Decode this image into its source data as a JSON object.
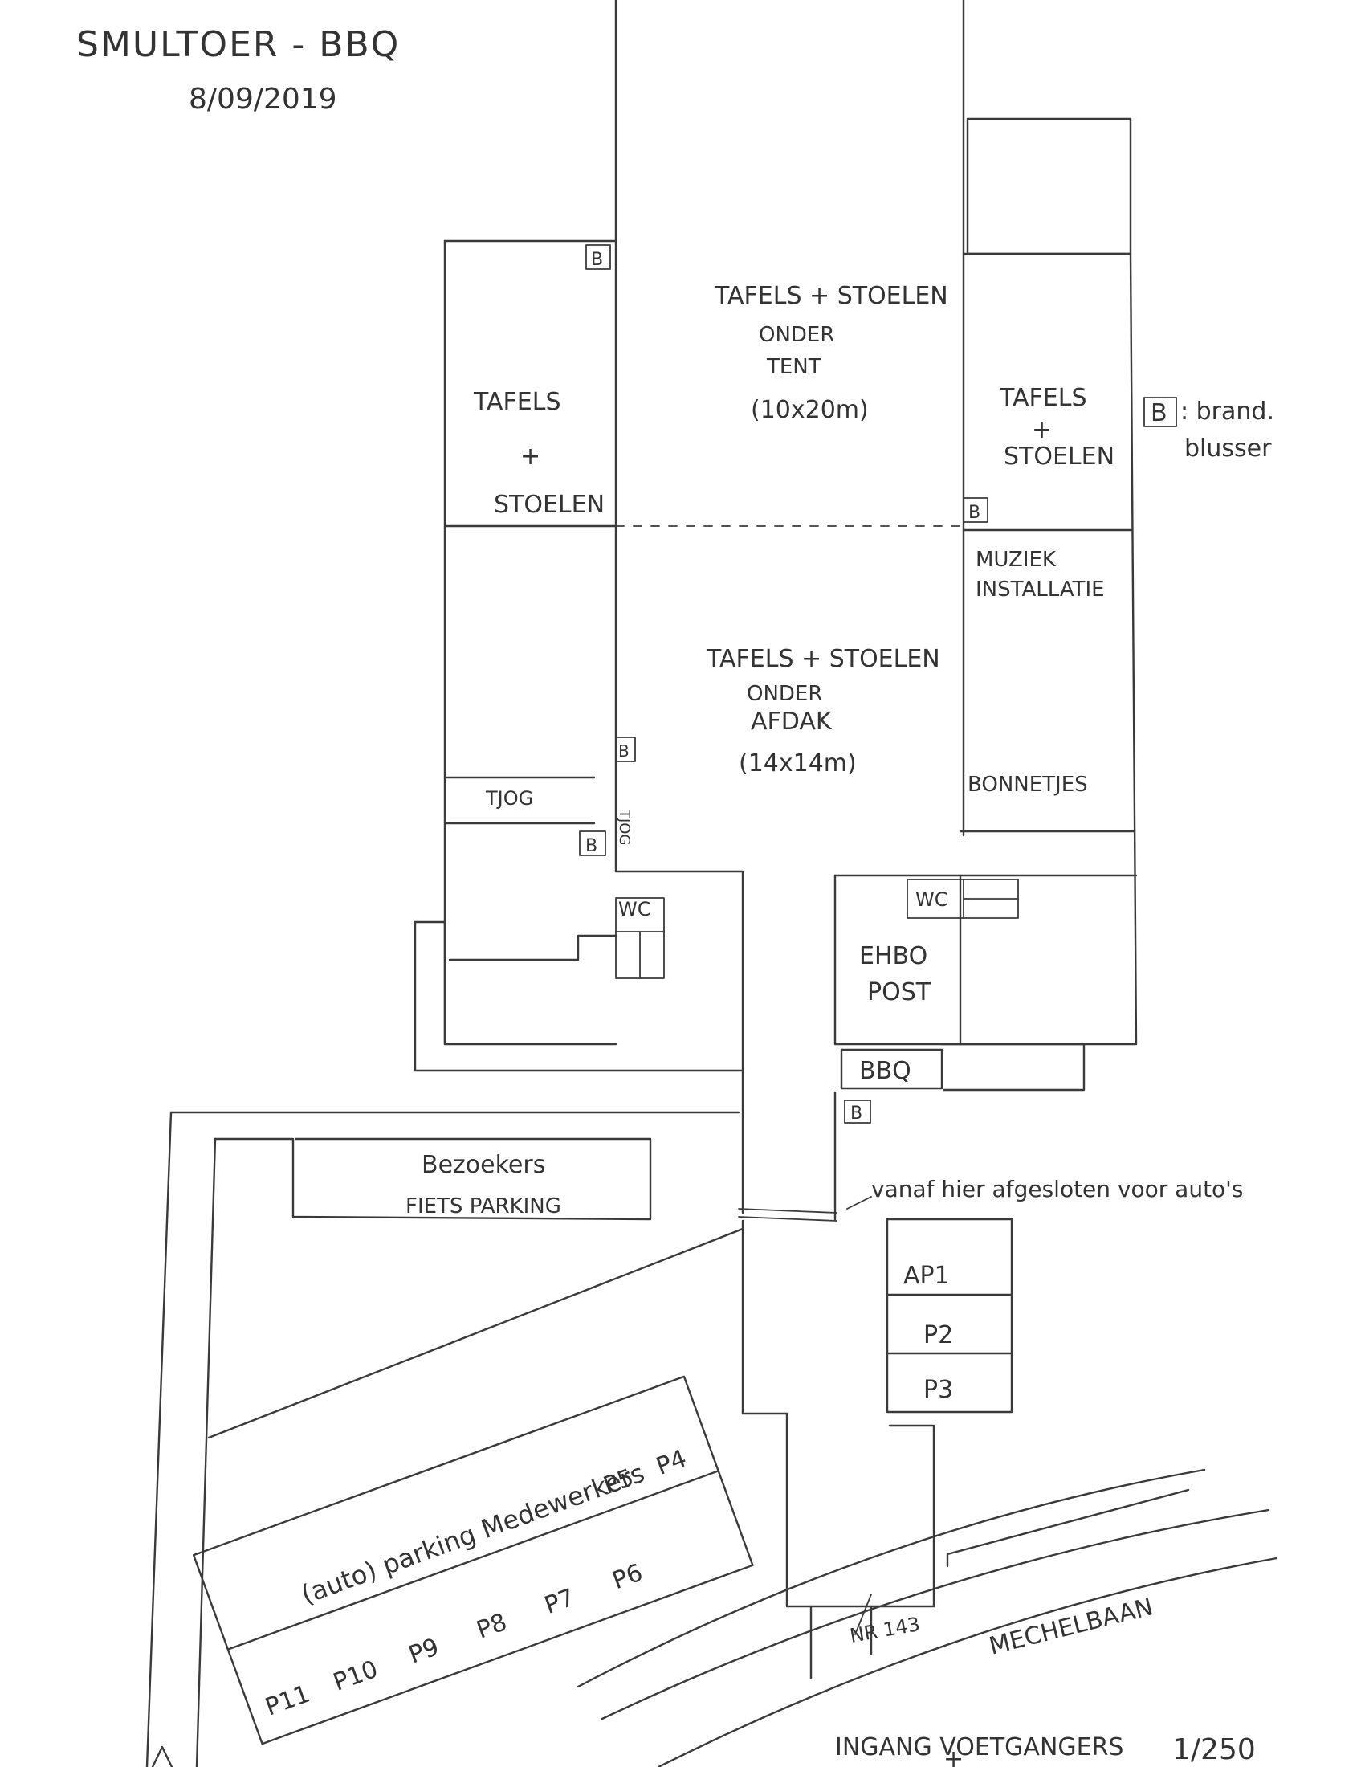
{
  "title": "SMULTOER - BBQ",
  "date": "8/09/2019",
  "zones": {
    "tent": [
      "TAFELS + STOELEN",
      "ONDER",
      "TENT",
      "(10x20m)"
    ],
    "afdak": [
      "TAFELS + STOELEN",
      "ONDER",
      "AFDAK",
      "(14x14m)"
    ],
    "left": [
      "TAFELS",
      "+",
      "STOELEN"
    ],
    "right": [
      "TAFELS",
      "+",
      "STOELEN"
    ],
    "muziek": [
      "MUZIEK",
      "INSTALLATIE"
    ],
    "bonnetjes": "BONNETJES",
    "tjog": "TJOG",
    "tjog_side": "TJOG",
    "wc_left": "WC",
    "wc_right": "WC",
    "ehbo": [
      "EHBO",
      "POST"
    ],
    "bbq": "BBQ",
    "bezoekers": [
      "Bezoekers",
      "FIETS PARKING"
    ],
    "staff_parking": [
      "(auto) parking  Medewerkers"
    ],
    "spots_top": [
      "P5",
      "P4"
    ],
    "spots_bottom": [
      "P11",
      "P10",
      "P9",
      "P8",
      "P7",
      "P6"
    ],
    "spots_right": [
      "AP1",
      "P2",
      "P3"
    ]
  },
  "legend": {
    "symbol": "B",
    "text_1": ": brand.",
    "text_2": "blusser"
  },
  "annotations": {
    "closed": "vanaf hier afgesloten voor auto's",
    "street": "MECHELBAAN",
    "house_number": "NR 143",
    "entrance": "INGANG VOETGANGERS",
    "entrance_plus": "+",
    "scale": "1/250"
  }
}
